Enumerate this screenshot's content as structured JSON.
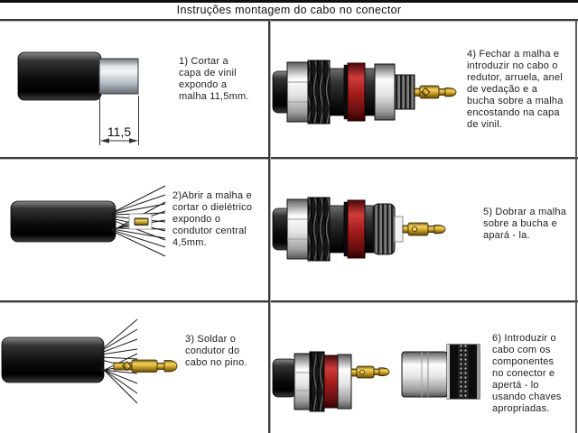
{
  "title": "Instruções montagem do cabo no conector",
  "dimension_label": "11,5",
  "steps": [
    {
      "label": "1) Cortar a\ncapa de vinil\nexpondo a\nmalha 11,5mm."
    },
    {
      "label": "2)Abrir a malha e\ncortar o dielétrico\nexpondo o\ncondutor central\n4,5mm."
    },
    {
      "label": "3) Soldar o\ncondutor do\ncabo no pino."
    },
    {
      "label": "4) Fechar a malha e\nintroduzir no cabo o\nredutor, arruela, anel\nde vedação e a\nbucha sobre a malha\nencostando na capa\nde vinil."
    },
    {
      "label": "5) Dobrar a malha\nsobre a bucha e\napará - la."
    },
    {
      "label": "6) Introduzir o\ncabo com os\ncomponentes\nno conector e\napertá - lo\nusando chaves\napropriadas."
    }
  ],
  "colors": {
    "cable_black": "#1a1a1a",
    "braid_silver": "#c6ccd2",
    "conductor_gold": "#d2a72e",
    "seal_ring_red": "#a81e1e",
    "metal_silver": "#e4e4e4",
    "divider_dark": "#383838"
  }
}
